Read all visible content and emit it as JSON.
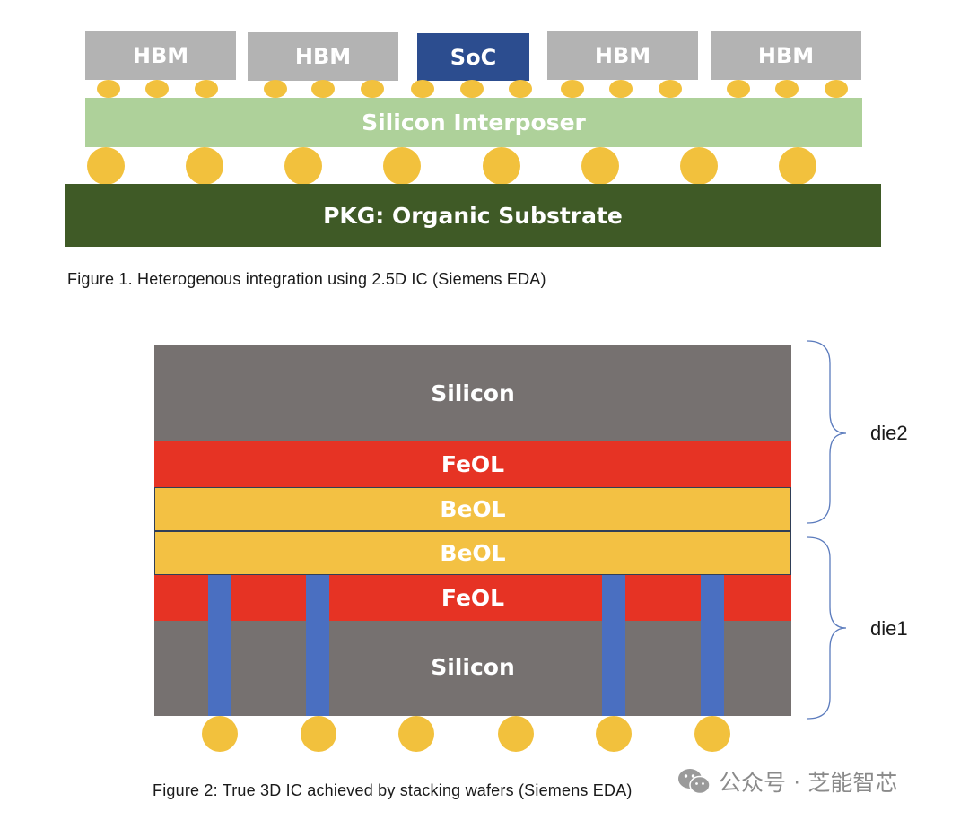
{
  "figure1": {
    "dies": [
      "HBM",
      "HBM",
      "SoC",
      "HBM",
      "HBM"
    ],
    "interposer": "Silicon Interposer",
    "substrate": "PKG: Organic Substrate",
    "caption": "Figure 1. Heterogenous integration using 2.5D IC (Siemens EDA)"
  },
  "figure2": {
    "layers": {
      "silicon_top": "Silicon",
      "feol_top": "FeOL",
      "beol_top": "BeOL",
      "beol_bottom": "BeOL",
      "feol_bottom": "FeOL",
      "silicon_bottom": "Silicon"
    },
    "brackets": {
      "die2": "die2",
      "die1": "die1"
    },
    "caption": "Figure 2: True 3D IC achieved by stacking wafers (Siemens EDA)"
  },
  "watermark": {
    "left": "公众号",
    "separator": "·",
    "right": "芝能智芯"
  },
  "colors": {
    "hbm": "#b3b3b3",
    "soc": "#2c4d8f",
    "bump": "#f2c13d",
    "interposer": "#aed19a",
    "substrate": "#3f5a26",
    "silicon": "#767170",
    "feol": "#e63324",
    "beol": "#f3c143",
    "tsv": "#4a6fc1"
  }
}
